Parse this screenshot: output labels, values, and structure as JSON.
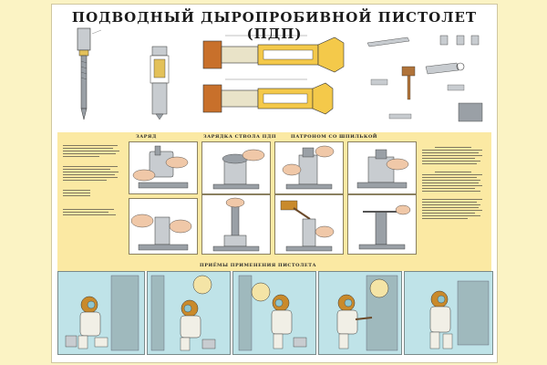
{
  "poster": {
    "title": "ПОДВОДНЫЙ ДЫРОПРОБИВНОЙ ПИСТОЛЕТ (ПДП)",
    "left_corner": "",
    "right_corner": ""
  },
  "sections": {
    "charging": "ЗАРЯД",
    "charging_barrel": "ЗАРЯДКА СТВОЛА ПДП",
    "cartridge": "ПАТРОНОМ СО ШПИЛЬКОЙ",
    "methods": "ПРИЁМЫ ПРИМЕНЕНИЯ ПИСТОЛЕТА"
  },
  "colors": {
    "background": "#fbf3c4",
    "middle_panel": "#fbe9a3",
    "water": "#bfe3e8",
    "diver_suit": "#f1efe6",
    "helmet": "#c98a2b",
    "metal": "#9aa0a6",
    "brass": "#e3c15a"
  },
  "icons": [
    "pistol-assembly-drawing",
    "stud-drawing",
    "tool-set-drawing",
    "hand-procedure-drawing",
    "diver-drawing"
  ]
}
